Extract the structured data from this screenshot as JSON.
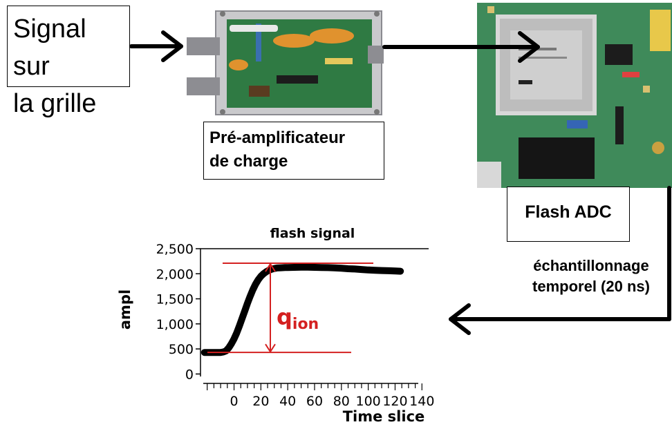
{
  "labels": {
    "signal_line1": "Signal sur",
    "signal_line2": "la grille",
    "preamp_line1": "Pré-amplificateur",
    "preamp_line2": "de charge",
    "flash_adc": "Flash ADC",
    "sampling_line1": "échantillonnage",
    "sampling_line2": "temporel (20 ns)"
  },
  "chart_data": {
    "type": "line",
    "title": "flash signal",
    "xlabel": "Time slice",
    "ylabel": "ampl",
    "xlim": [
      -25,
      145
    ],
    "ylim": [
      -50,
      2500
    ],
    "x_ticks": [
      0,
      20,
      40,
      60,
      80,
      100,
      120,
      140
    ],
    "y_ticks": [
      0,
      500,
      1000,
      1500,
      2000,
      2500
    ],
    "y_tick_labels": [
      "0",
      "500",
      "1,000",
      "1,500",
      "2,000",
      "2,500"
    ],
    "annotation": {
      "main": "q",
      "subscript": "ion",
      "baseline": 430,
      "peak": 2210,
      "color": "#d42020"
    },
    "series": [
      {
        "color": "#000000",
        "x": [
          -22,
          -18,
          -14,
          -10,
          -8,
          -6,
          -4,
          -2,
          0,
          2,
          4,
          6,
          8,
          10,
          12,
          14,
          16,
          18,
          20,
          22,
          24,
          26,
          28,
          30,
          32,
          35,
          38,
          40,
          45,
          50,
          55,
          60,
          65,
          70,
          75,
          80,
          85,
          90,
          95,
          100,
          105,
          110,
          115,
          120,
          124
        ],
        "y": [
          430,
          430,
          430,
          430,
          440,
          460,
          520,
          600,
          700,
          820,
          960,
          1110,
          1260,
          1410,
          1550,
          1680,
          1790,
          1880,
          1950,
          2000,
          2040,
          2070,
          2090,
          2105,
          2115,
          2120,
          2125,
          2125,
          2128,
          2130,
          2130,
          2128,
          2125,
          2122,
          2118,
          2110,
          2100,
          2095,
          2085,
          2075,
          2070,
          2065,
          2060,
          2055,
          2050
        ]
      }
    ]
  }
}
